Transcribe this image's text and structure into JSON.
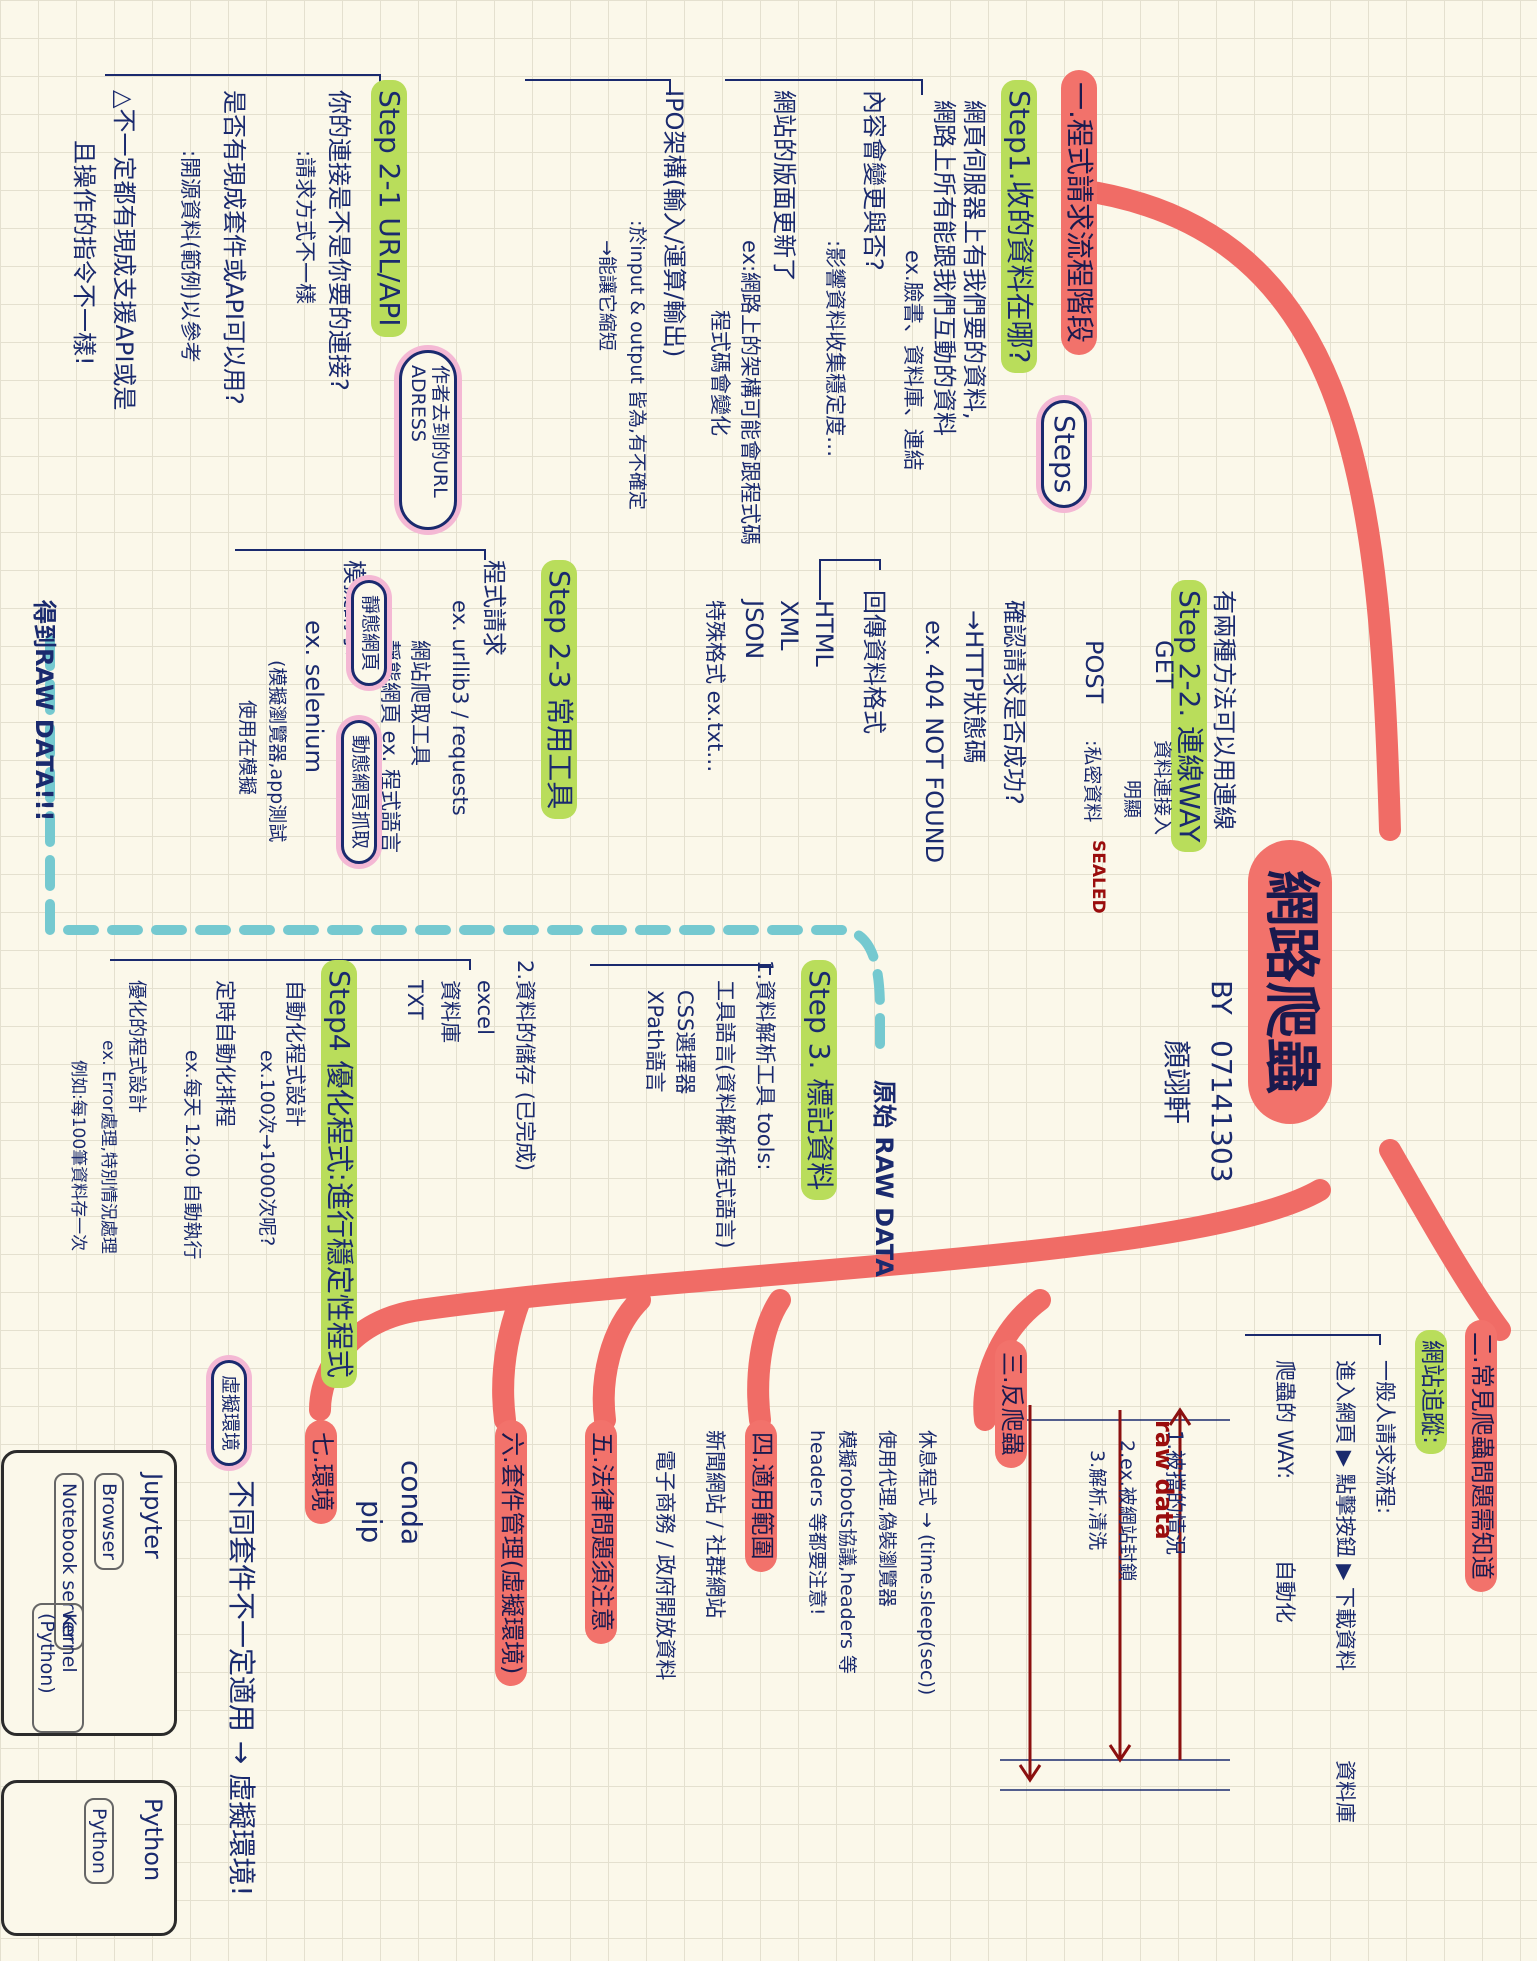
{
  "center": {
    "title": "網路爬蟲",
    "author_prefix": "BY",
    "author_id": "07141303",
    "author_name": "顏翊軒"
  },
  "branch1": {
    "title": "一.程式請求流程階段",
    "steps_bubble": "Steps",
    "step1": {
      "title": "Step1.收的資料在哪?",
      "lines": [
        "網頁伺服器上有我們要的資料,",
        "網路上所有能跟我們互動的資料",
        "ex.臉書、資料庫、連結",
        "內容會變更與否?",
        ":影響資料收集穩定度…",
        "網站的版面更新了",
        "ex:網路上的架構可能會跟程式碼",
        "程式碼會變化",
        "IPO架構(輸入/運算/輸出)",
        ":於input & output 皆為,有不確定",
        "→能讓它縮短"
      ]
    },
    "step2_1": {
      "title": "Step 2-1 URL/API",
      "bubble": "作者去到的URL ADRESS",
      "lines": [
        "你的連接是不是你要的連接?",
        ":請求方式不一樣",
        "是否有現成套件或API可以用?",
        ":開源資料(範例)以參考",
        "△不一定都有現成支援API或是",
        "且操作的指令不一樣!"
      ]
    },
    "step2_2": {
      "title": "Step 2-2. 連線WAY",
      "lines": [
        "有兩種方法可以用連線",
        "GET",
        "資料連接入",
        "明顯",
        "POST",
        ":私密資料",
        "確認請求是否成功?",
        "→HTTP狀態碼",
        "ex. 404 NOT FOUND",
        "回傳資料格式",
        "HTML",
        "XML",
        "JSON",
        "特殊格式 ex.txt…"
      ],
      "sealed": "SEALED"
    },
    "step2_3": {
      "title": "Step 2-3 常用工具",
      "lines": [
        "程式請求",
        "ex. urllib3 / requests",
        "網站爬取工具",
        "靜態網頁 ex. 程式語言",
        "模擬請求",
        "ex. selenium",
        "(模擬瀏覽器,app測試",
        "使用在模擬"
      ],
      "bubble_static": "靜態網頁",
      "bubble_dynamic": "動態網頁抓取"
    },
    "step3": {
      "title": "Step 3. 標記資料",
      "lines": [
        "1.資料解析工具 tools:",
        "工具語言(資料解析程式語言)",
        "CSS選擇器",
        "XPath語言",
        "2.資料的儲存 (已完成)",
        "excel",
        "資料庫",
        "TXT"
      ],
      "raw_data_label": "原始 RAW DATA"
    },
    "step4": {
      "title": "Step4 優化程式:進行穩定性程式",
      "lines": [
        "自動化程式設計",
        "ex.100次→1000次呢?",
        "定時自動化排程",
        "ex.每天 12:00 自動執行",
        "優化的程式設計",
        "ex. Error處理,特別情況處理",
        "例如:每100筆資料存一次"
      ]
    },
    "dashed_label": "得到RAW DATA!!!"
  },
  "branch2": {
    "title": "二.常見爬蟲問題需知道",
    "subtitle": "網站追蹤:",
    "lines": [
      "一般人請求流程:",
      "進入網頁 ▶ 點擊按鈕 ▶ 下載資料",
      "爬蟲的 WAY:",
      "自動化",
      "資料庫"
    ]
  },
  "branch3": {
    "title": "三.反爬蟲",
    "lines": [
      "1.被擋的情況",
      "2.ex.被網站封鎖",
      "3.解析,清洗",
      "休息程式 → (time.sleep(sec))",
      "使用代理,偽裝瀏覽器",
      "模擬robots協議,headers 等",
      "headers 等都要注意!"
    ],
    "raw_data": "raw data"
  },
  "branch4": {
    "title": "四.適用範圍",
    "lines": [
      "新聞網站 / 社群網站",
      "電子商務 / 政府開放資料"
    ]
  },
  "branch5": {
    "title": "五.法律問題須注意"
  },
  "branch6": {
    "title": "六.套件管理(虛擬環境)"
  },
  "branch7": {
    "title": "七.環境",
    "note": "不同套件不一定適用 → 虛擬環境!",
    "conda": "conda",
    "pip": "pip",
    "jupyter": "Jupyter",
    "browser": "Browser",
    "notebook": "Notebook server",
    "kernel": "Kernel (Python)",
    "python": "Python",
    "python_inner": "Python",
    "close_bubble": "虛擬環境"
  }
}
